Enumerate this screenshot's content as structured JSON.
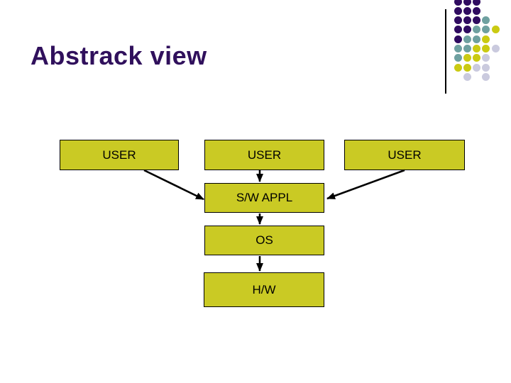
{
  "slide": {
    "title": "Abstrack view",
    "title_color": "#30105C",
    "background_color": "#FFFFFF"
  },
  "diagram": {
    "node_fill_color": "#CACA24",
    "node_border_color": "#000000",
    "arrow_color": "#000000",
    "nodes": [
      {
        "id": "user-left",
        "label": "USER"
      },
      {
        "id": "user-middle",
        "label": "USER"
      },
      {
        "id": "user-right",
        "label": "USER"
      },
      {
        "id": "sw-appl",
        "label": "S/W APPL"
      },
      {
        "id": "os",
        "label": "OS"
      },
      {
        "id": "hw",
        "label": "H/W"
      }
    ],
    "edges": [
      {
        "from": "user-left",
        "to": "sw-appl"
      },
      {
        "from": "user-middle",
        "to": "sw-appl"
      },
      {
        "from": "user-right",
        "to": "sw-appl"
      },
      {
        "from": "sw-appl",
        "to": "os"
      },
      {
        "from": "os",
        "to": "hw"
      }
    ]
  },
  "decoration": {
    "colors": {
      "P": "#2F0B60",
      "T": "#6EA0A0",
      "Y": "#CACA12",
      "L": "#CACADE"
    },
    "dot_rows": [
      [
        "P",
        "P",
        "P",
        null,
        null
      ],
      [
        "P",
        "P",
        "P",
        null,
        null
      ],
      [
        "P",
        "P",
        "P",
        "T",
        null
      ],
      [
        "P",
        "P",
        "T",
        "T",
        "Y"
      ],
      [
        "P",
        "T",
        "T",
        "Y",
        null
      ],
      [
        "T",
        "T",
        "Y",
        "Y",
        "L"
      ],
      [
        "T",
        "Y",
        "Y",
        "L",
        null
      ],
      [
        "Y",
        "Y",
        "L",
        "L",
        null
      ],
      [
        null,
        "L",
        null,
        "L",
        null
      ]
    ]
  }
}
